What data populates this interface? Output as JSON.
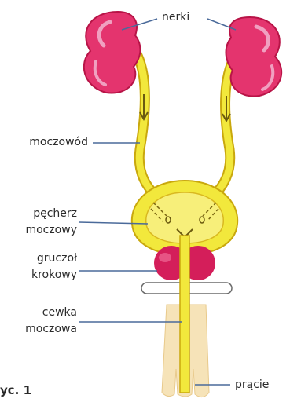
{
  "labels": {
    "kidneys": "nerki",
    "ureter": "moczowód",
    "bladder_line1": "pęcherz",
    "bladder_line2": "moczowy",
    "prostate_line1": "gruczoł",
    "prostate_line2": "krokowy",
    "urethra_line1": "cewka",
    "urethra_line2": "moczowa",
    "penis": "prącie",
    "figure_caption": "yc. 1"
  },
  "colors": {
    "kidney": "#e4346e",
    "kidney_dark": "#b81447",
    "kidney_highlight": "#f0a0c0",
    "urinary_yellow": "#f2e83c",
    "urinary_fill": "#f7ef7a",
    "urinary_outline": "#c9a80d",
    "prostate": "#d41e5a",
    "skin": "#f6e3b8",
    "leader_line": "#4a6a9a"
  }
}
